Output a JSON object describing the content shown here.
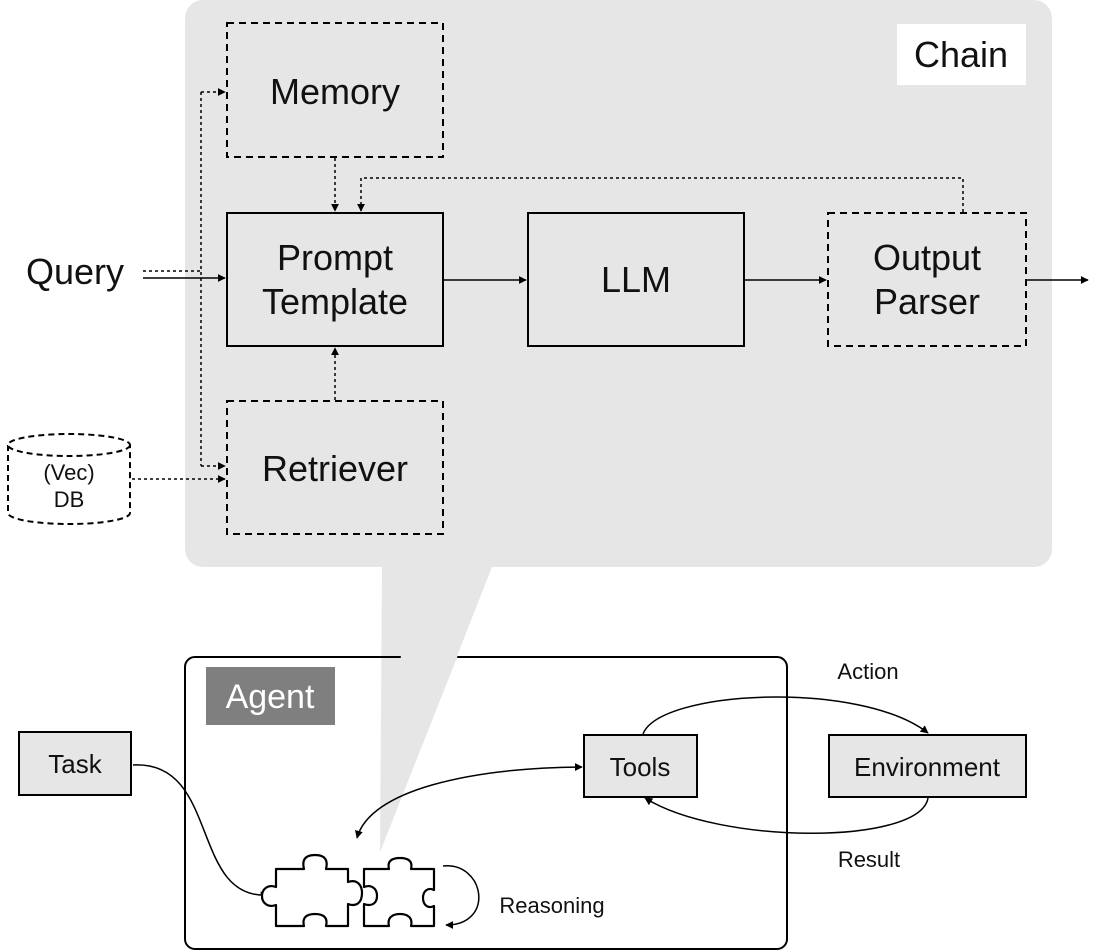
{
  "chain": {
    "title": "Chain",
    "memory": "Memory",
    "prompt_template": [
      "Prompt",
      "Template"
    ],
    "llm": "LLM",
    "output_parser": [
      "Output",
      "Parser"
    ],
    "retriever": "Retriever"
  },
  "inputs": {
    "query": "Query",
    "db": [
      "(Vec)",
      "DB"
    ]
  },
  "agent": {
    "title": "Agent",
    "task": "Task",
    "tools": "Tools",
    "environment": "Environment",
    "action": "Action",
    "result": "Result",
    "reasoning": "Reasoning"
  },
  "colors": {
    "chain_bg": "#e6e6e6",
    "box_fill": "#e6e6e6",
    "agent_badge": "#7f7f7f",
    "line": "#000000"
  }
}
